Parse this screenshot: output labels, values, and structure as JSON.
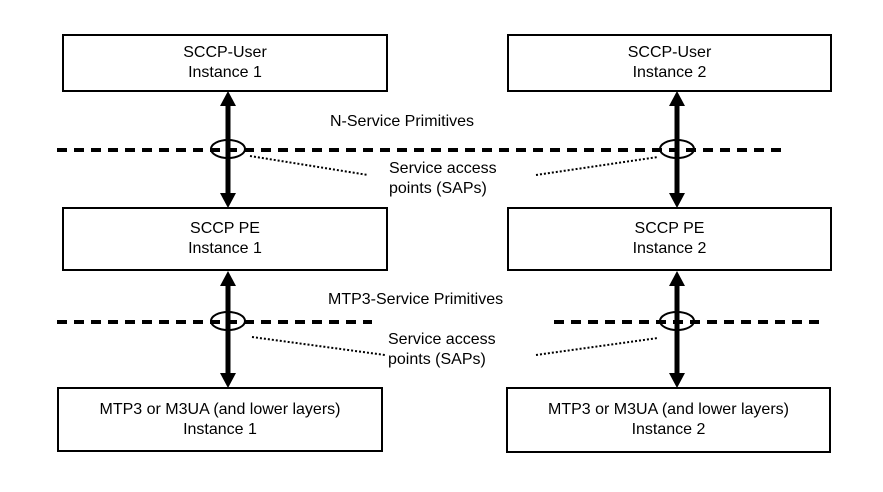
{
  "diagram": {
    "background_color": "#ffffff",
    "line_color": "#000000",
    "stacks": [
      {
        "id": "instance-1",
        "layers": [
          {
            "name": "SCCP-User",
            "instance": "Instance 1"
          },
          {
            "name": "SCCP PE",
            "instance": "Instance 1"
          },
          {
            "name": "MTP3 or M3UA (and lower layers)",
            "instance": "Instance 1"
          }
        ]
      },
      {
        "id": "instance-2",
        "layers": [
          {
            "name": "SCCP-User",
            "instance": "Instance 2"
          },
          {
            "name": "SCCP PE",
            "instance": "Instance 2"
          },
          {
            "name": "MTP3 or M3UA (and lower layers)",
            "instance": "Instance 2"
          }
        ]
      }
    ],
    "annotations": {
      "n_service_primitives": "N-Service Primitives",
      "mtp3_service_primitives": "MTP3-Service Primitives",
      "upper_sap": {
        "line1": "Service access",
        "line2": "points (SAPs)"
      },
      "lower_sap": {
        "line1": "Service access",
        "line2": "points (SAPs)"
      }
    }
  }
}
